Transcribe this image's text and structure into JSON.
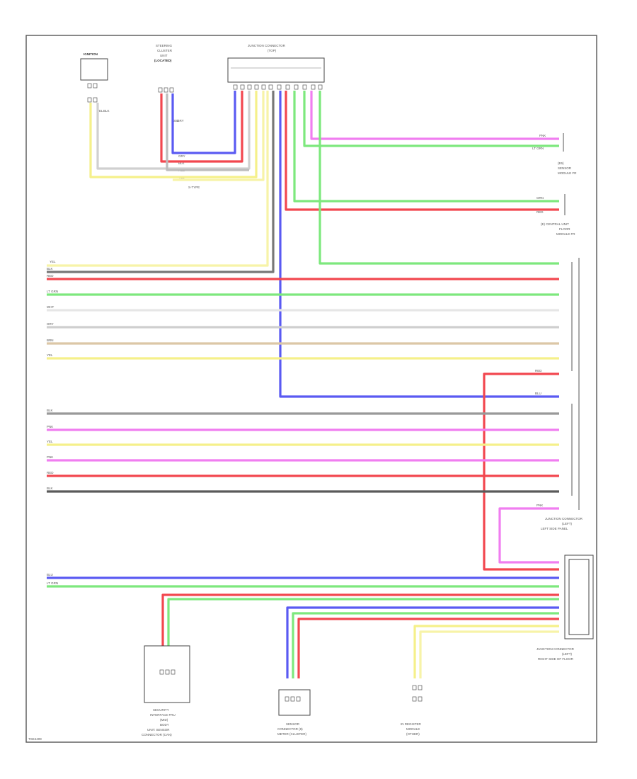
{
  "page_ref": "TSE4409",
  "components": {
    "ignition": {
      "name": "IGNITION"
    },
    "steering_lock": {
      "lines": [
        "STEERING",
        "CLUSTER",
        "UNIT",
        "(LOCATED)"
      ]
    },
    "junction_top": {
      "lines": [
        "JUNCTION CONNECTOR",
        "(TOP)"
      ]
    },
    "splice": {
      "label": "S-TYPE"
    },
    "right_sensor_1": {
      "lines": [
        "(E6)",
        "SENSOR",
        "MODULE FR"
      ]
    },
    "right_sensor_2": {
      "lines": [
        "(E) CENTRAL UNIT",
        "FLOOR",
        "MODULE FR"
      ]
    },
    "junction_left": {
      "lines": [
        "JUNCTION CONNECTOR",
        "(LEFT)",
        "LEFT SIDE PANEL"
      ]
    },
    "junction_right": {
      "lines": [
        "JUNCTION CONNECTOR",
        "(LEFT)",
        "RIGHT SIDE OF FLOOR"
      ]
    },
    "bottom_1": {
      "lines": [
        "SECURITY",
        "INTERFACE FRU",
        "(MID)",
        "BODY",
        "UNIT: SENSOR",
        "CONNECTOR (CAN)"
      ]
    },
    "bottom_2": {
      "lines": [
        "SENSOR",
        "CONNECTOR (8)",
        "METER (CLUSTER)"
      ]
    },
    "bottom_3": {
      "lines": [
        "IN REGISTER",
        "MODULE",
        "(OTHER)"
      ]
    }
  },
  "wire_labels": {
    "ign_1": "YEL",
    "ign_2": "BLK",
    "st_1": "RED",
    "st_2": "GRY",
    "st_3": "BLU",
    "splice_1": "GRY",
    "splice_2": "BLK",
    "splice_3": "RED",
    "splice_4": "YEL",
    "r1_1": "PNK",
    "r1_2": "LT GRN",
    "r2_1": "GRN",
    "r2_2": "RED",
    "main_1": "YEL",
    "main_2": "BLK",
    "main_3": "RED",
    "main_4": "LT GRN",
    "main_5": "WHT",
    "main_6": "GRY",
    "main_7": "BRN",
    "main_8": "YEL",
    "main_9": "RED",
    "main_10": "BLU",
    "main_11": "BLK",
    "main_12": "PNK",
    "main_13": "YEL",
    "main_14": "PNK",
    "main_15": "RED",
    "main_16": "BLK",
    "main_17": "PNK",
    "bot_1": "BLU",
    "bot_2": "LT GRN"
  },
  "colors": {
    "yellow": "#f5f08a",
    "black": "#5a5a5a",
    "gray": "#bdbdbd",
    "red": "#f2474f",
    "pink": "#f07ef0",
    "green": "#7de87d",
    "lightgreen": "#a6f0a6",
    "blue": "#5a5af2",
    "white": "#e6e6e6",
    "brown": "#dcc7a6"
  }
}
